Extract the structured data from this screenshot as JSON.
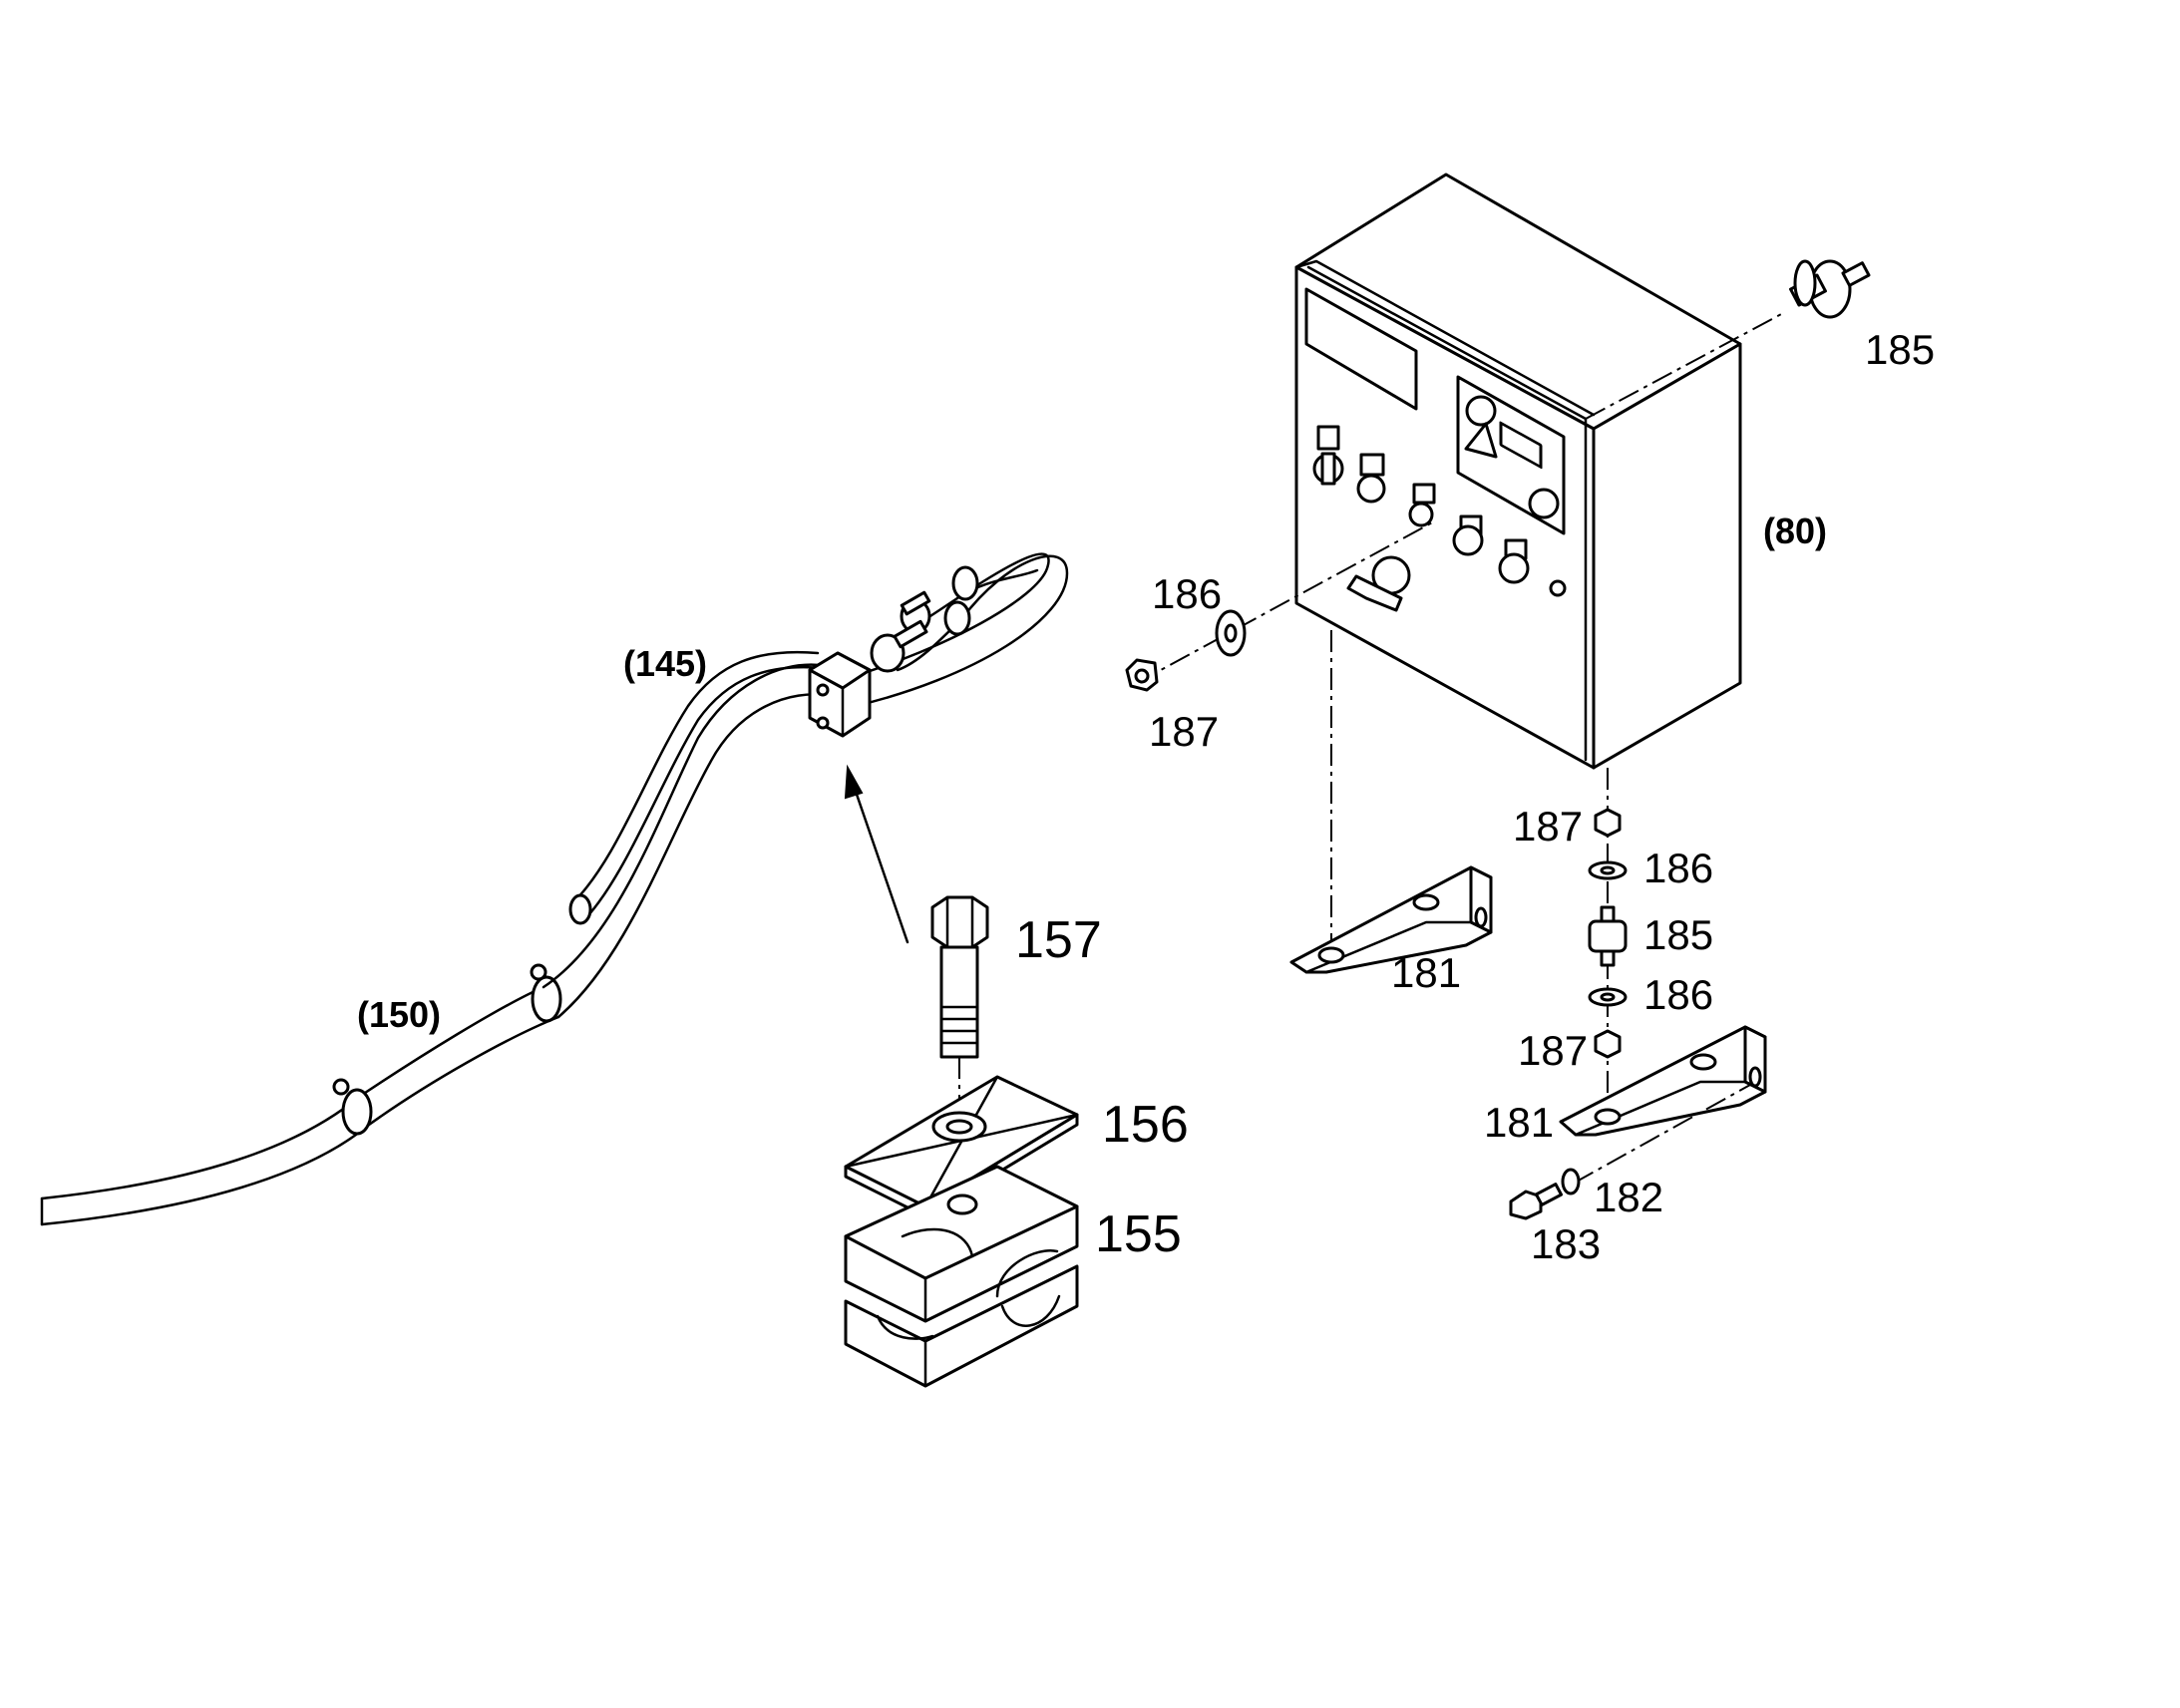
{
  "labels": {
    "p185_top": "185",
    "p80": "(80)",
    "p186_left": "186",
    "p187_left": "187",
    "p145": "(145)",
    "p150": "(150)",
    "p157": "157",
    "p156": "156",
    "p155": "155",
    "p181_left": "181",
    "p187_r1": "187",
    "p186_r1": "186",
    "p185_r": "185",
    "p186_r2": "186",
    "p187_r2": "187",
    "p181_right": "181",
    "p182": "182",
    "p183": "183"
  }
}
